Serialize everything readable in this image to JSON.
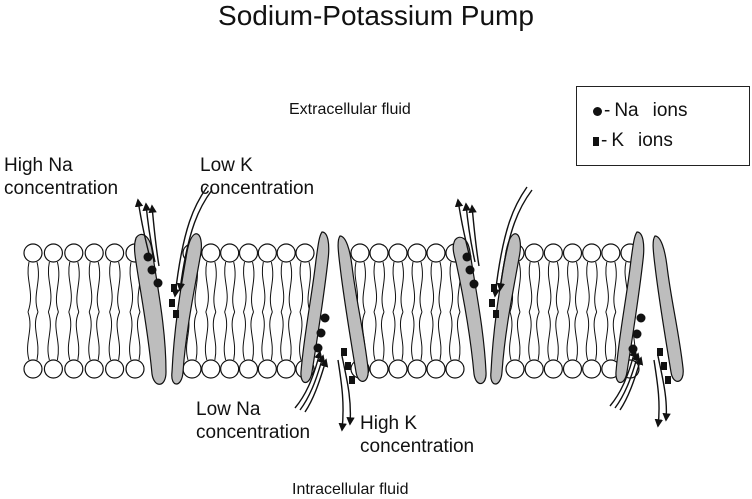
{
  "title": "Sodium-Potassium Pump",
  "regions": {
    "extracellular": "Extracellular fluid",
    "intracellular": "Intracellular fluid"
  },
  "labels": {
    "high_na": [
      "High Na",
      "concentration"
    ],
    "low_k": [
      "Low K",
      "concentration"
    ],
    "low_na": [
      "Low Na",
      "concentration"
    ],
    "high_k": [
      "High K",
      "concentration"
    ]
  },
  "legend": {
    "na": {
      "symbol": "-",
      "name": "Na",
      "suffix": "ions"
    },
    "k": {
      "symbol": "-",
      "name": "K",
      "suffix": "ions"
    }
  },
  "colors": {
    "protein": "#bdbdbd",
    "ion": "#111111",
    "line": "#111111",
    "background": "#ffffff"
  }
}
